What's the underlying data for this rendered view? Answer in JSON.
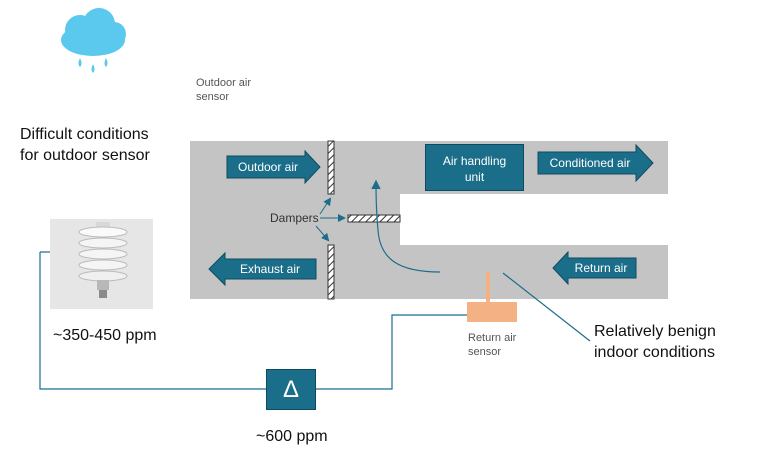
{
  "labels": {
    "outdoor_sensor": "Outdoor air\nsensor",
    "difficult": "Difficult conditions\nfor outdoor sensor",
    "outdoor_ppm": "~350-450 ppm",
    "delta_symbol": "Δ",
    "delta_ppm": "~600 ppm",
    "dampers": "Dampers",
    "return_sensor": "Return air\nsensor",
    "benign": "Relatively benign\nindoor conditions"
  },
  "arrows": {
    "outdoor_air": "Outdoor air",
    "exhaust_air": "Exhaust air",
    "conditioned_air": "Conditioned air",
    "return_air": "Return air"
  },
  "ahu": {
    "label": "Air handling\nunit"
  },
  "colors": {
    "duct": "#c4c4c4",
    "accent": "#1b6e8a",
    "sensor": "#f4b183",
    "line": "#1b6e8a",
    "cloud": "#5bc8ee"
  },
  "icons": [
    "rain-cloud-icon",
    "sensor-shield-icon"
  ]
}
